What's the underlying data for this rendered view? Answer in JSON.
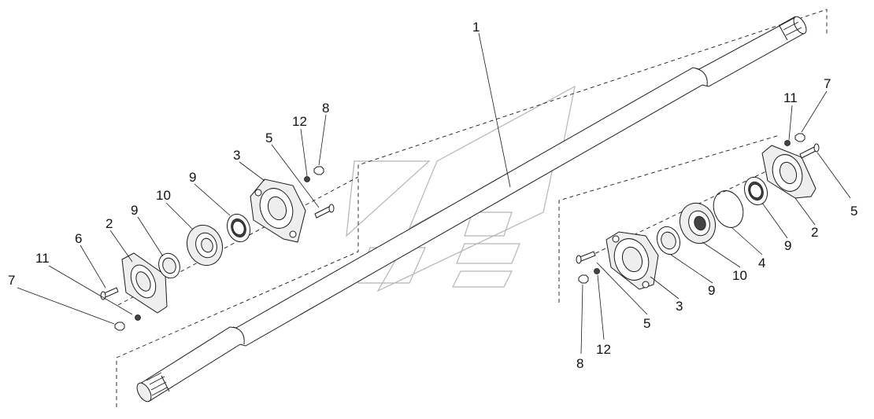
{
  "diagram": {
    "callouts": {
      "c1": "1",
      "l2": "2",
      "l3": "3",
      "l5": "5",
      "l6": "6",
      "l7": "7",
      "l8": "8",
      "l9a": "9",
      "l9b": "9",
      "l10": "10",
      "l11": "11",
      "l12": "12",
      "r2": "2",
      "r3": "3",
      "r4": "4",
      "r5a": "5",
      "r5b": "5",
      "r7": "7",
      "r8": "8",
      "r9a": "9",
      "r9b": "9",
      "r10": "10",
      "r11": "11",
      "r12": "12"
    }
  },
  "colors": {
    "line": "#1a1a1a",
    "part_fill": "#eeeeee",
    "watermark": "#b5b5b5"
  }
}
